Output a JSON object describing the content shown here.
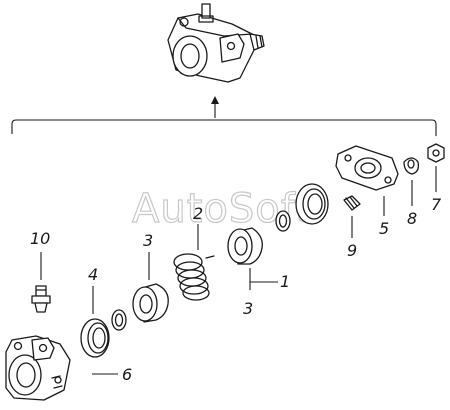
{
  "watermark": "AutoSoft",
  "callouts": {
    "c10": "10",
    "c4": "4",
    "c3a": "3",
    "c2": "2",
    "c1": "1",
    "c3b": "3",
    "c6": "6",
    "c9": "9",
    "c5": "5",
    "c8": "8",
    "c7": "7"
  }
}
